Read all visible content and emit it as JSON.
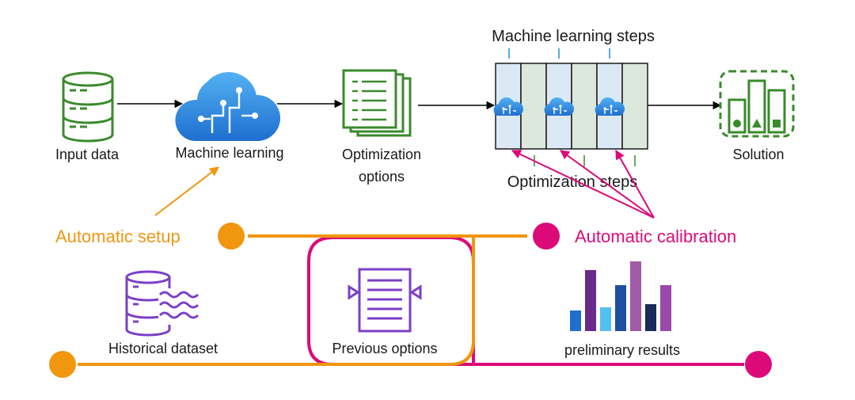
{
  "colors": {
    "green": "#3a8a2c",
    "orange": "#f0960f",
    "magenta": "#dc0a78",
    "purple": "#7b3fc8",
    "blue_dark": "#1f6fd0",
    "blue_light": "#53b1f2",
    "text": "#1a1a1a"
  },
  "top_row": {
    "input_data": "Input data",
    "machine_learning": "Machine learning",
    "optimization_options_line1": "Optimization",
    "optimization_options_line2": "options",
    "ml_steps": "Machine learning steps",
    "optimization_steps": "Optimization steps",
    "solution": "Solution"
  },
  "bottom": {
    "automatic_setup": "Automatic setup",
    "automatic_calibration": "Automatic calibration",
    "historical_dataset": "Historical dataset",
    "previous_options": "Previous options",
    "preliminary_results": "preliminary results"
  },
  "icons": {
    "input_data": "database-icon",
    "machine_learning": "cloud-circuit-icon",
    "optimization_options": "document-stack-icon",
    "solution": "bar-chart-shapes-icon",
    "historical_dataset": "database-waves-icon",
    "previous_options": "document-arrows-icon",
    "preliminary_results": "bar-chart-icon"
  }
}
